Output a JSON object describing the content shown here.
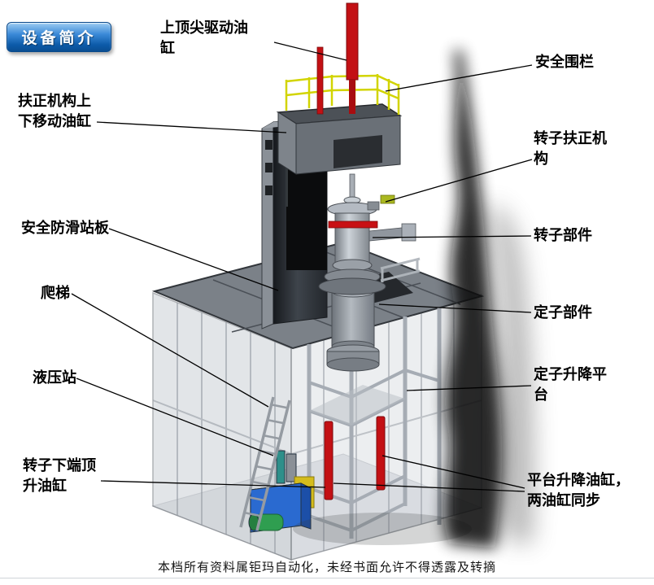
{
  "badge": {
    "label": "设备简介"
  },
  "labels": {
    "top_cylinder": "上顶尖驱动油缸",
    "safety_fence": "安全围栏",
    "centering_updown_cylinder": "扶正机构上下移动油缸",
    "rotor_centering_mech": "转子扶正机构",
    "antislip_platform": "安全防滑站板",
    "rotor_parts": "转子部件",
    "ladder": "爬梯",
    "stator_parts": "定子部件",
    "hydraulic_station": "液压站",
    "stator_lift_platform": "定子升降平台",
    "rotor_bottom_jack_cylinder": "转子下端顶升油缸",
    "platform_lift_cylinders": "平台升降油缸，两油缸同步"
  },
  "footer": {
    "watermark": "本档所有资料属钜玛自动化，未经书面允许不得透露及转摘"
  },
  "colors": {
    "badge_blue": "#0c5aa8",
    "cylinder_red": "#c31014",
    "railing_yellow": "#d2d400",
    "hydraulic_blue": "#2a6ad0",
    "motor_green": "#2f9e50",
    "frame_gray": "#9aa0a8",
    "platform_gray": "#7b8188"
  }
}
